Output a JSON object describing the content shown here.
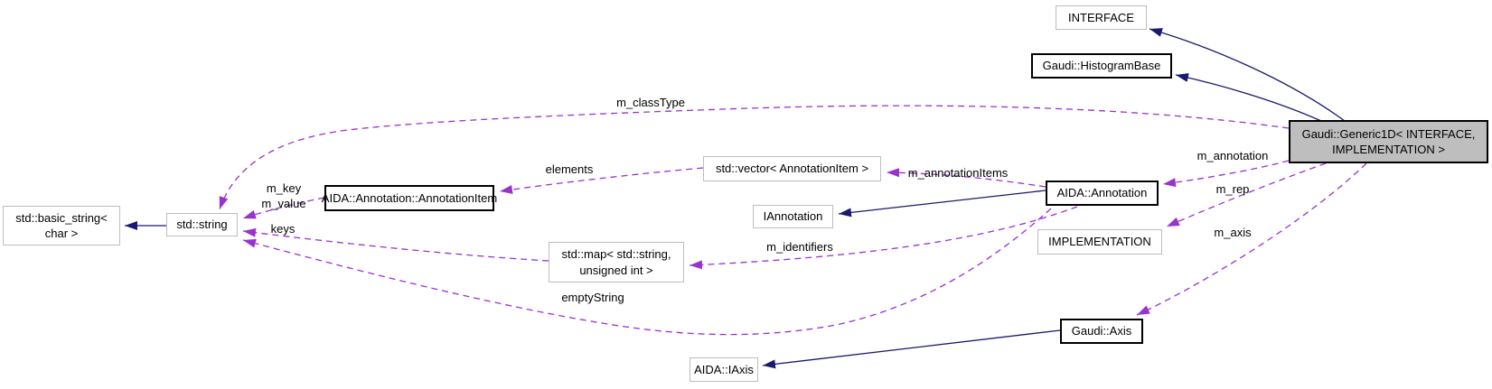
{
  "diagram": {
    "kind": "class-collaboration-graph",
    "focus_class": "Gaudi::Generic1D< INTERFACE, IMPLEMENTATION >"
  },
  "colors": {
    "inheritance_edge": "#191970",
    "usage_edge": "#9a32cd",
    "node_fill": "#ffffff",
    "focus_node_fill": "#bebebe",
    "documented_border": "#000000",
    "external_border": "#bdbdbd",
    "text": "#000000",
    "background": "#ffffff"
  },
  "nodes": [
    {
      "id": "interface",
      "label": "INTERFACE",
      "style": "external"
    },
    {
      "id": "histogram_base",
      "label": "Gaudi::HistogramBase",
      "style": "documented"
    },
    {
      "id": "generic1d",
      "label": "Gaudi::Generic1D< INTERFACE, IMPLEMENTATION >",
      "style": "focus"
    },
    {
      "id": "basic_string",
      "label": "std::basic_string< char >",
      "style": "external"
    },
    {
      "id": "std_string",
      "label": "std::string",
      "style": "external"
    },
    {
      "id": "annotation_item",
      "label": "AIDA::Annotation::AnnotationItem",
      "style": "documented"
    },
    {
      "id": "vector_annotation_item",
      "label": "std::vector< AnnotationItem >",
      "style": "external"
    },
    {
      "id": "iannotation",
      "label": "IAnnotation",
      "style": "external"
    },
    {
      "id": "annotation",
      "label": "AIDA::Annotation",
      "style": "documented"
    },
    {
      "id": "implementation",
      "label": "IMPLEMENTATION",
      "style": "external"
    },
    {
      "id": "gaudi_axis",
      "label": "Gaudi::Axis",
      "style": "documented"
    },
    {
      "id": "iaxis",
      "label": "AIDA::IAxis",
      "style": "external"
    },
    {
      "id": "std_map",
      "label": "std::map< std::string, unsigned int >",
      "style": "external"
    }
  ],
  "edges": [
    {
      "from": "generic1d",
      "to": "interface",
      "type": "inheritance",
      "label": ""
    },
    {
      "from": "generic1d",
      "to": "histogram_base",
      "type": "inheritance",
      "label": ""
    },
    {
      "from": "annotation",
      "to": "iannotation",
      "type": "inheritance",
      "label": ""
    },
    {
      "from": "gaudi_axis",
      "to": "iaxis",
      "type": "inheritance",
      "label": ""
    },
    {
      "from": "std_string",
      "to": "basic_string",
      "type": "inheritance",
      "label": ""
    },
    {
      "from": "generic1d",
      "to": "std_string",
      "type": "usage",
      "label": "m_classType"
    },
    {
      "from": "generic1d",
      "to": "annotation",
      "type": "usage",
      "label": "m_annotation"
    },
    {
      "from": "generic1d",
      "to": "implementation",
      "type": "usage",
      "label": "m_rep"
    },
    {
      "from": "generic1d",
      "to": "gaudi_axis",
      "type": "usage",
      "label": "m_axis"
    },
    {
      "from": "annotation",
      "to": "vector_annotation_item",
      "type": "usage",
      "label": "m_annotationItems"
    },
    {
      "from": "annotation",
      "to": "std_map",
      "type": "usage",
      "label": "m_identifiers"
    },
    {
      "from": "annotation",
      "to": "std_string",
      "type": "usage",
      "label": "emptyString"
    },
    {
      "from": "vector_annotation_item",
      "to": "annotation_item",
      "type": "usage",
      "label": "elements"
    },
    {
      "from": "annotation_item",
      "to": "std_string",
      "type": "usage",
      "label": "m_key\nm_value"
    },
    {
      "from": "std_map",
      "to": "std_string",
      "type": "usage",
      "label": "keys"
    }
  ]
}
